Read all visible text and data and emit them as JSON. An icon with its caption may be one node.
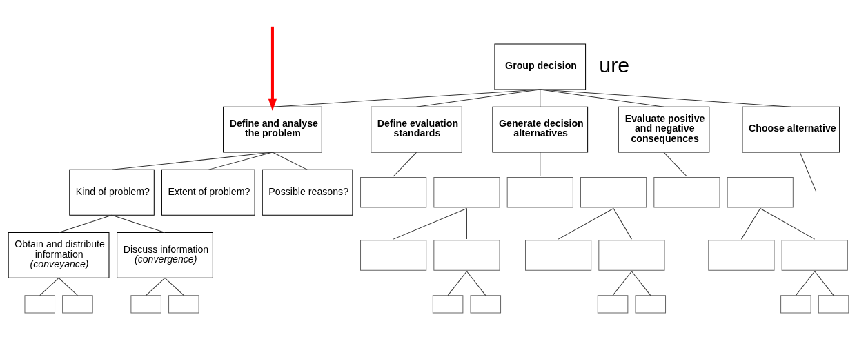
{
  "diagram": {
    "nodes": [
      {
        "text": [
          "Group decision"
        ]
      },
      {
        "text": [
          "Define and analyse the problem"
        ]
      },
      {
        "text": [
          "Define evaluation standards"
        ]
      },
      {
        "text": [
          "Generate decision alternatives"
        ]
      },
      {
        "text": [
          "Evaluate positive and negative consequences"
        ]
      },
      {
        "text": [
          "Choose alternative"
        ]
      },
      {
        "text": [
          "Kind of problem?"
        ]
      },
      {
        "text": [
          "Extent of problem?"
        ]
      },
      {
        "text": [
          "Possible reasons?"
        ]
      },
      {
        "text": [
          "Obtain and distribute information",
          "(conveyance)"
        ]
      },
      {
        "text": [
          "Discuss information",
          "(convergence)"
        ]
      },
      {
        "text": [],
        "shape": "box"
      },
      {
        "text": [],
        "shape": "box"
      },
      {
        "text": [],
        "shape": "box"
      },
      {
        "text": [],
        "shape": "box"
      },
      {
        "text": [],
        "shape": "box"
      },
      {
        "text": [],
        "shape": "box"
      },
      {
        "text": [],
        "shape": "box"
      },
      {
        "text": [],
        "shape": "box"
      },
      {
        "text": [],
        "shape": "box"
      },
      {
        "text": [],
        "shape": "box"
      },
      {
        "text": [],
        "shape": "box"
      },
      {
        "text": [],
        "shape": "box"
      },
      {
        "text": [],
        "shape": "box"
      },
      {
        "text": [],
        "shape": "box"
      },
      {
        "text": [],
        "shape": "box"
      },
      {
        "text": [],
        "shape": "box"
      },
      {
        "text": [],
        "shape": "box"
      },
      {
        "text": [],
        "shape": "box"
      },
      {
        "text": [],
        "shape": "box"
      },
      {
        "text": [],
        "shape": "box"
      },
      {
        "text": [],
        "shape": "box"
      },
      {
        "text": [],
        "shape": "box"
      }
    ],
    "edges": [
      {
        "from": 0,
        "to": 1,
        "arrow": "none"
      },
      {
        "from": 0,
        "to": 2,
        "arrow": "none"
      },
      {
        "from": 0,
        "to": 3,
        "arrow": "none"
      },
      {
        "from": 0,
        "to": 4,
        "arrow": "none"
      },
      {
        "from": 0,
        "to": 5,
        "arrow": "none"
      },
      {
        "from": 1,
        "to": 6,
        "arrow": "none"
      },
      {
        "from": 1,
        "to": 7,
        "arrow": "none"
      },
      {
        "from": 1,
        "to": 8,
        "arrow": "none"
      },
      {
        "from": 6,
        "to": 9,
        "arrow": "none"
      },
      {
        "from": 6,
        "to": 10,
        "arrow": "none"
      },
      {
        "from": 9,
        "to": 11,
        "arrow": "none"
      },
      {
        "from": 9,
        "to": 12,
        "arrow": "none"
      },
      {
        "from": 10,
        "to": 13,
        "arrow": "none"
      },
      {
        "from": 10,
        "to": 14,
        "arrow": "none"
      },
      {
        "from": 2,
        "to": 15,
        "arrow": "none"
      },
      {
        "from": 16,
        "to": 17,
        "arrow": "none"
      },
      {
        "from": 16,
        "to": 18,
        "arrow": "none"
      },
      {
        "from": 18,
        "to": 19,
        "arrow": "none"
      },
      {
        "from": 18,
        "to": 20,
        "arrow": "none"
      },
      {
        "from": 3,
        "to": 21,
        "arrow": "none"
      },
      {
        "from": 22,
        "to": 23,
        "arrow": "none"
      },
      {
        "from": 22,
        "to": 24,
        "arrow": "none"
      },
      {
        "from": 24,
        "to": 25,
        "arrow": "none"
      },
      {
        "from": 24,
        "to": 26,
        "arrow": "none"
      },
      {
        "from": 4,
        "to": 27,
        "arrow": "none"
      },
      {
        "from": 28,
        "to": 29,
        "arrow": "none"
      },
      {
        "from": 28,
        "to": 30,
        "arrow": "none"
      },
      {
        "from": 30,
        "to": 31,
        "arrow": "none"
      },
      {
        "from": 30,
        "to": 32,
        "arrow": "none"
      },
      {
        "from": 5,
        "to": null,
        "arrow": "none"
      },
      {
        "from": null,
        "to": 1,
        "arrow": "to",
        "style": "thick",
        "color": "#ff0000"
      }
    ],
    "labels": [
      "ure"
    ]
  }
}
